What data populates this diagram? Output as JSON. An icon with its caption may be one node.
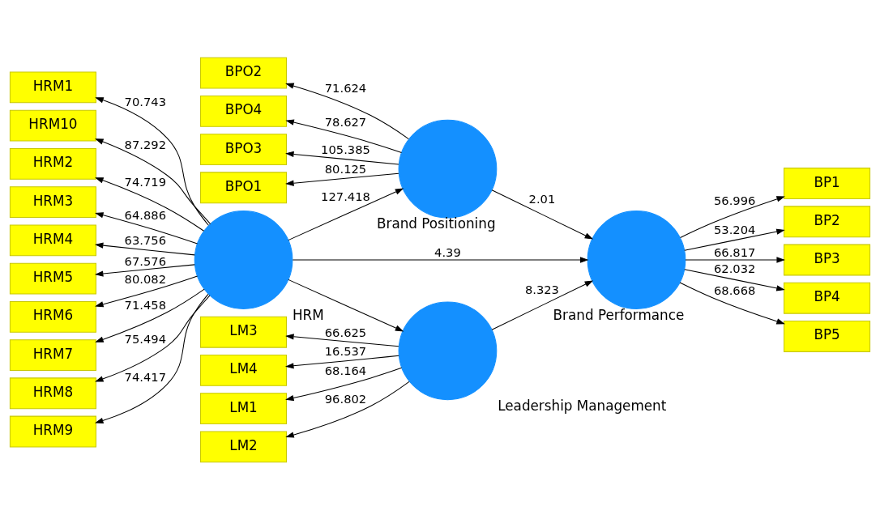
{
  "diagram": {
    "nodes": [
      {
        "text": [
          "HRM"
        ]
      },
      {
        "text": [
          "Brand Positioning"
        ]
      },
      {
        "text": [
          "Brand Performance"
        ]
      },
      {
        "text": [
          "Leadership Management"
        ]
      },
      {
        "text": [
          "HRM1"
        ]
      },
      {
        "text": [
          "HRM10"
        ]
      },
      {
        "text": [
          "HRM2"
        ]
      },
      {
        "text": [
          "HRM3"
        ]
      },
      {
        "text": [
          "HRM4"
        ]
      },
      {
        "text": [
          "HRM5"
        ]
      },
      {
        "text": [
          "HRM6"
        ]
      },
      {
        "text": [
          "HRM7"
        ]
      },
      {
        "text": [
          "HRM8"
        ]
      },
      {
        "text": [
          "HRM9"
        ]
      },
      {
        "text": [
          "BPO1"
        ]
      },
      {
        "text": [
          "BPO2"
        ]
      },
      {
        "text": [
          "BPO3"
        ]
      },
      {
        "text": [
          "BPO4"
        ]
      },
      {
        "text": [
          "LM1"
        ]
      },
      {
        "text": [
          "LM2"
        ]
      },
      {
        "text": [
          "LM3"
        ]
      },
      {
        "text": [
          "LM4"
        ]
      },
      {
        "text": [
          "BP1"
        ]
      },
      {
        "text": [
          "BP2"
        ]
      },
      {
        "text": [
          "BP3"
        ]
      },
      {
        "text": [
          "BP4"
        ]
      },
      {
        "text": [
          "BP5"
        ]
      }
    ],
    "edges": [
      {
        "from": 0,
        "to": 1,
        "arrow": "to",
        "label": "127.418"
      },
      {
        "from": 0,
        "to": 2,
        "arrow": "to",
        "label": "4.39"
      },
      {
        "from": 1,
        "to": 2,
        "arrow": "to",
        "label": "2.01"
      },
      {
        "from": 3,
        "to": 2,
        "arrow": "to",
        "label": "8.323"
      },
      {
        "from": 0,
        "to": 3,
        "arrow": "to"
      },
      {
        "from": 0,
        "to": 4,
        "arrow": "to",
        "label": "70.743"
      },
      {
        "from": 0,
        "to": 5,
        "arrow": "to",
        "label": "87.292"
      },
      {
        "from": 0,
        "to": 6,
        "arrow": "to",
        "label": "74.719"
      },
      {
        "from": 0,
        "to": 7,
        "arrow": "to",
        "label": "64.886"
      },
      {
        "from": 0,
        "to": 8,
        "arrow": "to",
        "label": "63.756"
      },
      {
        "from": 0,
        "to": 9,
        "arrow": "to",
        "label": "67.576"
      },
      {
        "from": 0,
        "to": 10,
        "arrow": "to",
        "label": "80.082"
      },
      {
        "from": 0,
        "to": 11,
        "arrow": "to",
        "label": "71.458"
      },
      {
        "from": 0,
        "to": 12,
        "arrow": "to",
        "label": "75.494"
      },
      {
        "from": 0,
        "to": 13,
        "arrow": "to",
        "label": "74.417"
      },
      {
        "from": 1,
        "to": 14,
        "arrow": "to",
        "label": "80.125"
      },
      {
        "from": 1,
        "to": 15,
        "arrow": "to",
        "label": "71.624"
      },
      {
        "from": 1,
        "to": 16,
        "arrow": "to",
        "label": "105.385"
      },
      {
        "from": 1,
        "to": 17,
        "arrow": "to",
        "label": "78.627"
      },
      {
        "from": 3,
        "to": 18,
        "arrow": "to",
        "label": "68.164"
      },
      {
        "from": 3,
        "to": 19,
        "arrow": "to",
        "label": "96.802"
      },
      {
        "from": 3,
        "to": 20,
        "arrow": "to",
        "label": "66.625"
      },
      {
        "from": 3,
        "to": 21,
        "arrow": "to",
        "label": "16.537"
      },
      {
        "from": 2,
        "to": 22,
        "arrow": "to",
        "label": "56.996"
      },
      {
        "from": 2,
        "to": 23,
        "arrow": "to",
        "label": "53.204"
      },
      {
        "from": 2,
        "to": 24,
        "arrow": "to",
        "label": "66.817"
      },
      {
        "from": 2,
        "to": 25,
        "arrow": "to",
        "label": "62.032"
      },
      {
        "from": 2,
        "to": 26,
        "arrow": "to",
        "label": "68.668"
      }
    ]
  }
}
